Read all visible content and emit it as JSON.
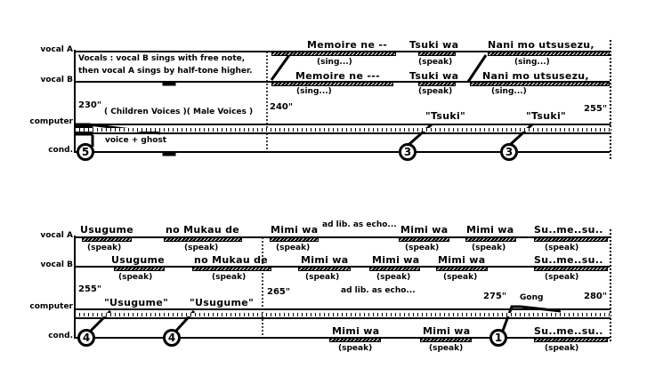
{
  "staff_labels": {
    "vocal_a": "vocal A",
    "vocal_b": "vocal B",
    "computer": "computer",
    "cond": "cond."
  },
  "system1": {
    "note_line1": "Vocals : vocal B sings with free note,",
    "note_line2": "then vocal A sings by half-tone higher.",
    "times": [
      "230\"",
      "240\"",
      "255\""
    ],
    "computer_labels": [
      "( Children Voices )( Male Voices )",
      "\"Tsuki\"",
      "\"Tsuki\""
    ],
    "cond_text": "voice + ghost",
    "vocal_a": [
      {
        "lyric": "Memoire ne --",
        "mode": "(sing...)"
      },
      {
        "lyric": "Tsuki wa",
        "mode": "(speak)"
      },
      {
        "lyric": "Nani mo utsusezu,",
        "mode": "(sing...)"
      }
    ],
    "vocal_b": [
      {
        "lyric": "Memoire ne ---",
        "mode": "(sing...)"
      },
      {
        "lyric": "Tsuki wa",
        "mode": "(speak)"
      },
      {
        "lyric": "Nani mo utsusezu,",
        "mode": "(sing...)"
      }
    ],
    "cues": [
      "5",
      "3",
      "3"
    ]
  },
  "system2": {
    "times": [
      "255\"",
      "265\"",
      "275\"",
      "280\""
    ],
    "computer_labels": [
      "\"Usugume\"",
      "\"Usugume\"",
      "ad lib. as echo...",
      "Gong"
    ],
    "vocal_a_note": "ad lib. as echo...",
    "vocal_a": [
      {
        "lyric": "Usugume",
        "mode": "(speak)"
      },
      {
        "lyric": "no Mukau de",
        "mode": "(speak)"
      },
      {
        "lyric": "Mimi wa",
        "mode": "(speak)"
      },
      {
        "lyric": "Mimi wa",
        "mode": "(speak)"
      },
      {
        "lyric": "Mimi wa",
        "mode": "(speak)"
      },
      {
        "lyric": "Su..me..su..",
        "mode": "(speak)"
      }
    ],
    "vocal_b": [
      {
        "lyric": "Usugume",
        "mode": "(speak)"
      },
      {
        "lyric": "no Mukau de",
        "mode": "(speak)"
      },
      {
        "lyric": "Mimi wa",
        "mode": "(speak)"
      },
      {
        "lyric": "Mimi wa",
        "mode": "(speak)"
      },
      {
        "lyric": "Mimi wa",
        "mode": "(speak)"
      },
      {
        "lyric": "Su..me..su..",
        "mode": "(speak)"
      }
    ],
    "cond": [
      {
        "lyric": "Mimi wa",
        "mode": "(speak)"
      },
      {
        "lyric": "Mimi wa",
        "mode": "(speak)"
      },
      {
        "lyric": "Su..me..su..",
        "mode": "(speak)"
      }
    ],
    "cues": [
      "4",
      "4",
      "1"
    ]
  }
}
